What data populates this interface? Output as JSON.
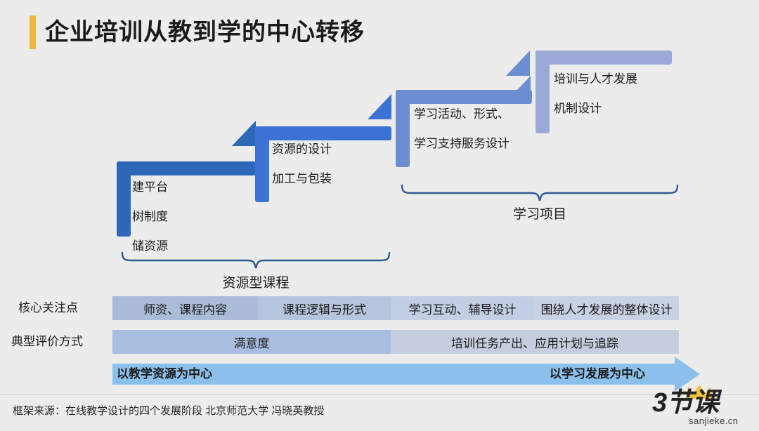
{
  "title": "企业培训从教到学的中心转移",
  "accent_bar_color": "#f2b63c",
  "background_color": "#ececec",
  "steps": [
    {
      "id": "step-1",
      "color": "#2d68b8",
      "lines": [
        "建平台",
        "树制度",
        "储资源"
      ]
    },
    {
      "id": "step-2",
      "color": "#3c72d6",
      "lines": [
        "资源的设计",
        "加工与包装"
      ]
    },
    {
      "id": "step-3",
      "color": "#6b8ed2",
      "lines": [
        "学习活动、形式、",
        "学习支持服务设计"
      ]
    },
    {
      "id": "step-4",
      "color": "#9aa9d6",
      "lines": [
        "培训与人才发展",
        "机制设计"
      ]
    }
  ],
  "braces": [
    {
      "id": "brace-resource",
      "label": "资源型课程",
      "color": "#2e5a94"
    },
    {
      "id": "brace-program",
      "label": "学习项目",
      "color": "#2e5a94"
    }
  ],
  "matrix": {
    "rows": [
      {
        "id": "row-core-focus",
        "label": "核心关注点",
        "cells": [
          {
            "text": "师资、课程内容",
            "color": "#aabcd8"
          },
          {
            "text": "课程逻辑与形式",
            "color": "#b6c5de"
          },
          {
            "text": "学习互动、辅导设计",
            "color": "#c2cee3"
          },
          {
            "text": "围绕人才发展的整体设计",
            "color": "#c9d1e4"
          }
        ]
      },
      {
        "id": "row-evaluation",
        "label": "典型评价方式",
        "cells": [
          {
            "text": "满意度",
            "color": "#a8bddf"
          },
          {
            "text": "培训任务产出、应用计划与追踪",
            "color": "#c6cddf"
          }
        ]
      }
    ]
  },
  "arrow": {
    "color": "#8cc0ec",
    "left_label": "以教学资源为中心",
    "right_label": "以学习发展为中心"
  },
  "footer": {
    "source": "框架来源：在线教学设计的四个发展阶段 北京师范大学 冯晓英教授"
  },
  "logo": {
    "brand": "3节课",
    "domain": "sanjieke.cn",
    "crown_color": "#f2c03c"
  }
}
